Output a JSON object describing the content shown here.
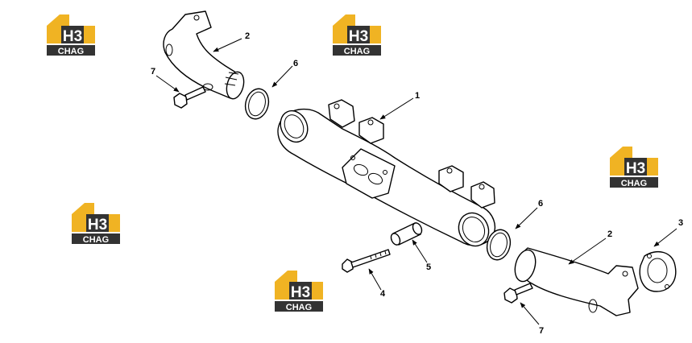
{
  "watermark": {
    "mark": "H3",
    "text": "CHAG",
    "colors": {
      "roof": "#f0b323",
      "dark": "#333333",
      "text": "#ffffff"
    }
  },
  "callouts": [
    {
      "id": "c1",
      "label": "1"
    },
    {
      "id": "c2a",
      "label": "2"
    },
    {
      "id": "c2b",
      "label": "2"
    },
    {
      "id": "c3",
      "label": "3"
    },
    {
      "id": "c4",
      "label": "4"
    },
    {
      "id": "c5",
      "label": "5"
    },
    {
      "id": "c6a",
      "label": "6"
    },
    {
      "id": "c6b",
      "label": "6"
    },
    {
      "id": "c7a",
      "label": "7"
    },
    {
      "id": "c7b",
      "label": "7"
    }
  ]
}
